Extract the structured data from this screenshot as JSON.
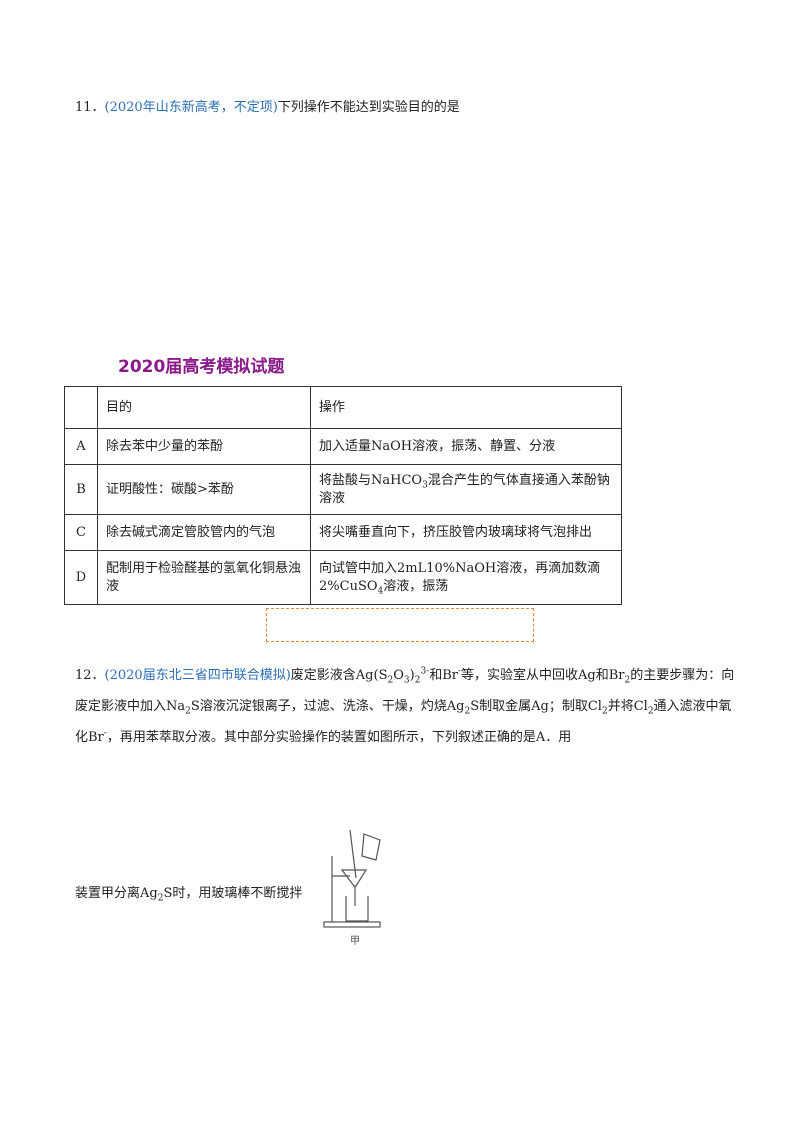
{
  "q11": {
    "number": "11．",
    "source": "(2020年山东新高考，不定项)",
    "stem": "下列操作不能达到实验目的的是"
  },
  "section_title": "2020届高考模拟试题",
  "table": {
    "headers": [
      "",
      "目的",
      "操作"
    ],
    "rows": [
      {
        "label": "A",
        "purpose": "除去苯中少量的苯酚",
        "op": "加入适量NaOH溶液，振荡、静置、分液"
      },
      {
        "label": "B",
        "purpose": "证明酸性：碳酸>苯酚",
        "op_1": "将盐酸与NaHCO",
        "op_sub": "3",
        "op_2": "混合产生的气体直接通入苯酚钠溶液"
      },
      {
        "label": "C",
        "purpose": "除去碱式滴定管胶管内的气泡",
        "op": "将尖嘴垂直向下，挤压胶管内玻璃球将气泡排出"
      },
      {
        "label": "D",
        "purpose": "配制用于检验醛基的氢氧化铜悬浊液",
        "op_1": "向试管中加入2mL10%NaOH溶液，再滴加数滴2%CuSO",
        "op_sub": "4",
        "op_2": "溶液，振荡"
      }
    ]
  },
  "q12": {
    "number": "12．",
    "source": "(2020届东北三省四市联合模拟)",
    "t1": "废定影液含Ag(S",
    "s1": "2",
    "t2": "O",
    "s2": "3",
    "t3": ")",
    "s3": "2",
    "sup1": "3-",
    "t4": "和Br",
    "sup2": "-",
    "t5": "等，实验室从中回收Ag和Br",
    "s4": "2",
    "t6": "的主要步骤为：向废定影液中加入Na",
    "s5": "2",
    "t7": "S溶液沉淀银离子，过滤、洗涤、干燥，灼烧Ag",
    "s6": "2",
    "t8": "S制取金属Ag；制取Cl",
    "s7": "2",
    "t9": "并将Cl",
    "s8": "2",
    "t10": "通入滤液中氧化Br",
    "sup3": "-",
    "t11": "，再用苯萃取分液。其中部分实验操作的装置如图所示，下列叙述正确的是A．用",
    "optA_1": "装置甲分离Ag",
    "optA_sub": "2",
    "optA_2": "S时，用玻璃棒不断搅拌",
    "figure_label": "甲"
  }
}
